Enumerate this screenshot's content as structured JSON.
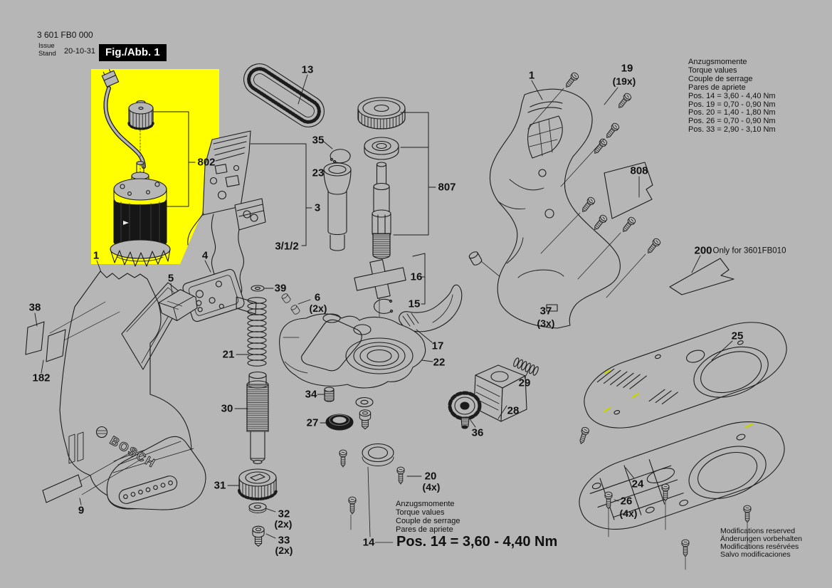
{
  "header": {
    "part_number": "3 601 FB0 000",
    "issue_label": "Issue",
    "stand_label": "Stand",
    "issue_date": "20-10-31",
    "figure_label": "Fig./Abb. 1"
  },
  "torque_table": {
    "heading_de": "Anzugsmomente",
    "heading_en": "Torque values",
    "heading_fr": "Couple de serrage",
    "heading_es": "Pares de apriete",
    "rows": [
      "Pos. 14 = 3,60 - 4,40 Nm",
      "Pos. 19 = 0,70 - 0,90 Nm",
      "Pos. 20 = 1,40 - 1,80 Nm",
      "Pos. 26 = 0,70 - 0,90 Nm",
      "Pos. 33 = 2,90 - 3,10 Nm"
    ]
  },
  "bottom_torque_note": {
    "heading_de": "Anzugsmomente",
    "heading_en": "Torque values",
    "heading_fr": "Couple de serrage",
    "heading_es": "Pares de apriete",
    "pos_ref": "14",
    "value": "Pos. 14 = 3,60 - 4,40 Nm"
  },
  "footer_note": {
    "line1": "Modifications reserved",
    "line2": "Änderungen vorbehalten",
    "line3": "Modifications resérvées",
    "line4": "Salvo modificaciones"
  },
  "special_note": {
    "part": "200",
    "text": "Only for 3601FB010"
  },
  "brand_logo": "BOSCH",
  "colors": {
    "background": "#b6b6b6",
    "highlight": "#ffff00",
    "line": "#1c1c1c"
  },
  "labels": {
    "p13": "13",
    "p19": "19",
    "p19_qty": "(19x)",
    "p1_right": "1",
    "p808": "808",
    "p802": "802",
    "p35": "35",
    "p23": "23",
    "p807": "807",
    "p3": "3",
    "p312": "3/1/2",
    "p1_left": "1",
    "p4": "4",
    "p5": "5",
    "p39": "39",
    "p6": "6",
    "p6_qty": "(2x)",
    "p38": "38",
    "p16": "16",
    "p15": "15",
    "p37": "37",
    "p37_qty": "(3x)",
    "p182": "182",
    "p17": "17",
    "p22": "22",
    "p21": "21",
    "p25": "25",
    "p29": "29",
    "p28": "28",
    "p34": "34",
    "p30": "30",
    "p27": "27",
    "p36": "36",
    "p20": "20",
    "p20_qty": "(4x)",
    "p31": "31",
    "p24": "24",
    "p26": "26",
    "p26_qty": "(4x)",
    "p32": "32",
    "p32_qty": "(2x)",
    "p9": "9",
    "p33": "33",
    "p33_qty": "(2x)",
    "p14": "14"
  }
}
